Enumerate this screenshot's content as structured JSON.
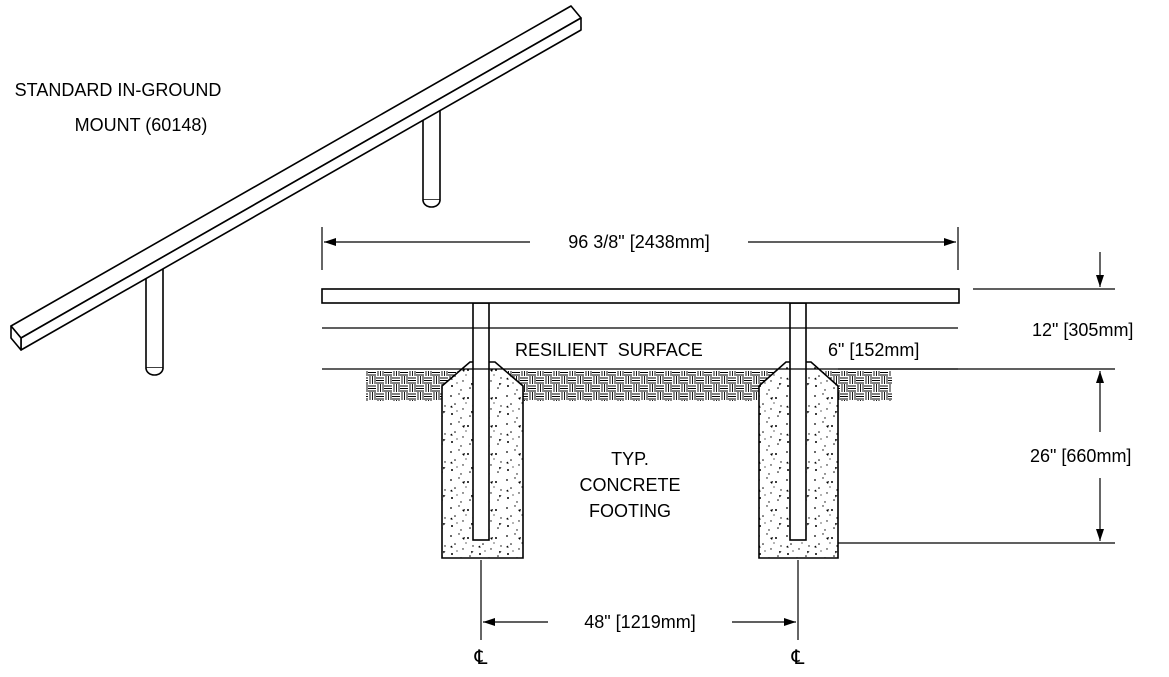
{
  "title_lines": [
    "STANDARD IN-GROUND",
    "MOUNT (60148)"
  ],
  "dimensions": {
    "overall_length": "96 3/8\" [2438mm]",
    "rail_height": "12\" [305mm]",
    "surface_depth": "6\" [152mm]",
    "footing_depth": "26\" [660mm]",
    "post_spacing": "48\" [1219mm]"
  },
  "labels": {
    "surface": "RESILIENT  SURFACE",
    "footing_lines": [
      "TYP.",
      "CONCRETE",
      "FOOTING"
    ]
  },
  "centerline_symbol": "℄",
  "colors": {
    "line": "#000000",
    "background": "#ffffff"
  }
}
